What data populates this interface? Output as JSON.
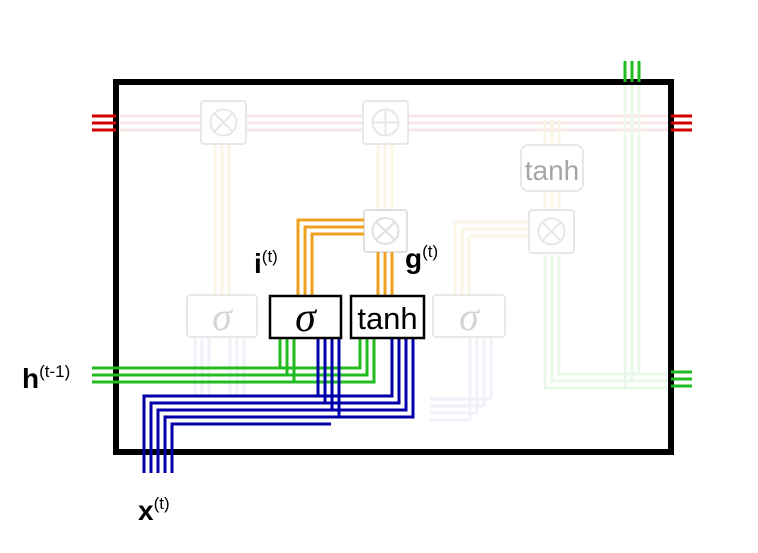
{
  "labels": {
    "h_prev_base": "h",
    "h_prev_sup": "(t-1)",
    "x_base": "x",
    "x_sup": "(t)",
    "i_base": "i",
    "i_sup": "(t)",
    "g_base": "g",
    "g_sup": "(t)"
  },
  "gates": {
    "active_sigma": "σ",
    "active_tanh": "tanh",
    "faded_sigma_left": "σ",
    "faded_sigma_right": "σ",
    "faded_tanh_top": "tanh"
  },
  "colors": {
    "cell_state": "#d40000",
    "hidden_state": "#22bb22",
    "input": "#0000aa",
    "gate_output": "#f0a020",
    "border": "#000000",
    "faded": "#cccccc"
  }
}
